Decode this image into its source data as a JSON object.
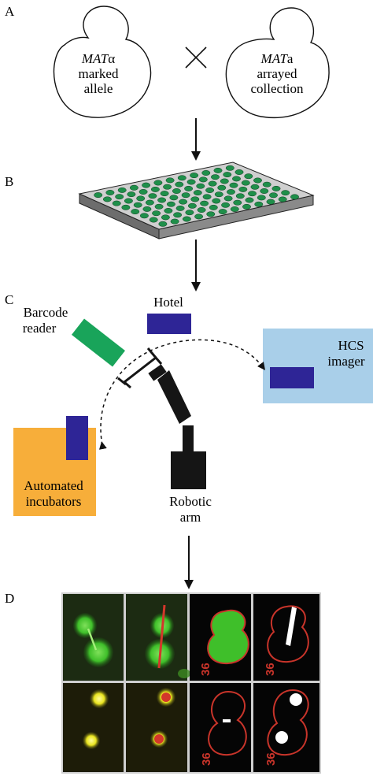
{
  "panels": {
    "a": "A",
    "b": "B",
    "c": "C",
    "d": "D"
  },
  "panel_a": {
    "left_cell": {
      "line1_italic": "MAT",
      "line1_greek": "α",
      "line2": "marked",
      "line3": "allele"
    },
    "right_cell": {
      "line1_italic": "MAT",
      "line1_suffix": "a",
      "line2": "arrayed",
      "line3": "collection"
    },
    "cross_symbol": "×"
  },
  "panel_c": {
    "barcode_reader": {
      "line1": "Barcode",
      "line2": "reader"
    },
    "hotel": "Hotel",
    "hcs_imager": {
      "line1": "HCS",
      "line2": "imager"
    },
    "automated_incubators": {
      "line1": "Automated",
      "line2": "incubators"
    },
    "robotic_arm": {
      "line1": "Robotic",
      "line2": "arm"
    }
  },
  "panel_d": {
    "cell_id_label": "36"
  },
  "colors": {
    "plate_well": "#1f8f4a",
    "plate_top": "#cfcfcf",
    "barcode_green": "#19a45a",
    "hotel_blue": "#2e2596",
    "hcs_bg": "#a9cfe9",
    "incubator_bg": "#f7ae3a",
    "robot_black": "#151515",
    "outline_red": "#c8342a",
    "fluor_green": "#3fbf2a",
    "fluor_yellow": "#e8e31e"
  }
}
